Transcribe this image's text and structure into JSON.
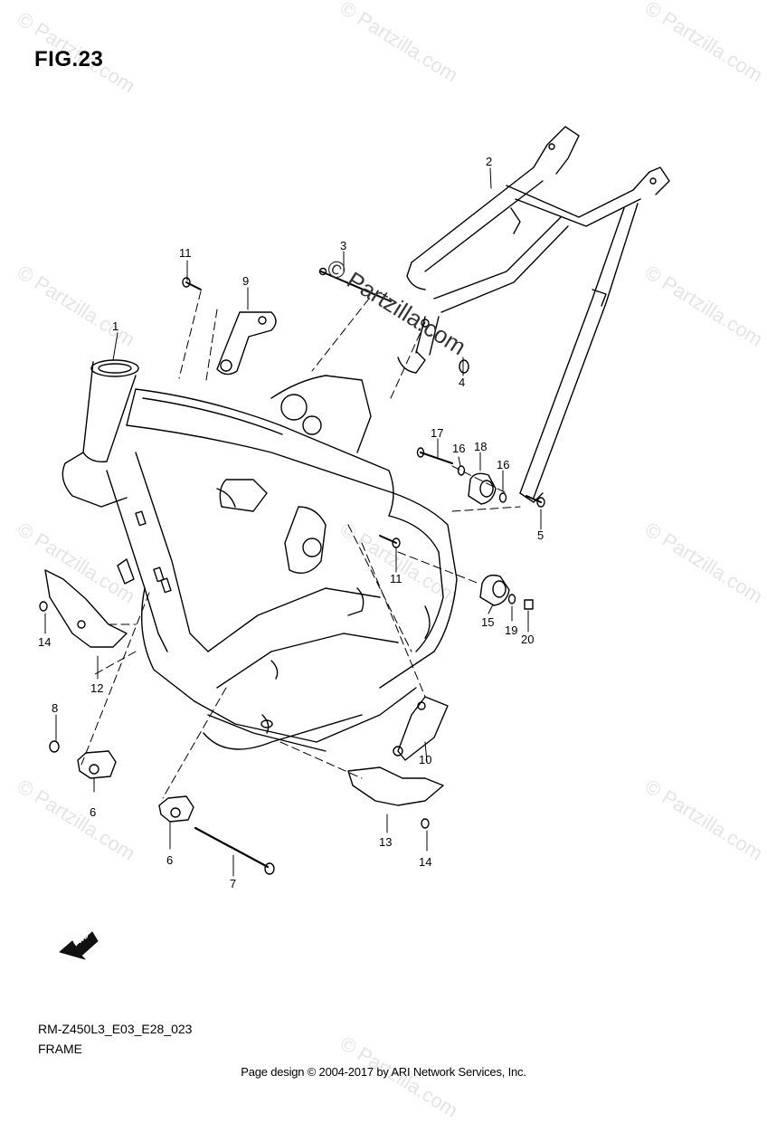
{
  "figure": {
    "title": "FIG.23"
  },
  "watermark": {
    "text": "© Partzilla.com"
  },
  "parts_callouts": [
    "1",
    "2",
    "3",
    "4",
    "5",
    "6",
    "6",
    "7",
    "8",
    "9",
    "10",
    "11",
    "11",
    "12",
    "13",
    "14",
    "14",
    "15",
    "16",
    "16",
    "17",
    "18",
    "19",
    "20"
  ],
  "fwd_label": "FWD",
  "model_code": "RM-Z450L3_E03_E28_023",
  "section_name": "FRAME",
  "footer": {
    "text": "Page design © 2004-2017 by ARI Network Services, Inc."
  }
}
